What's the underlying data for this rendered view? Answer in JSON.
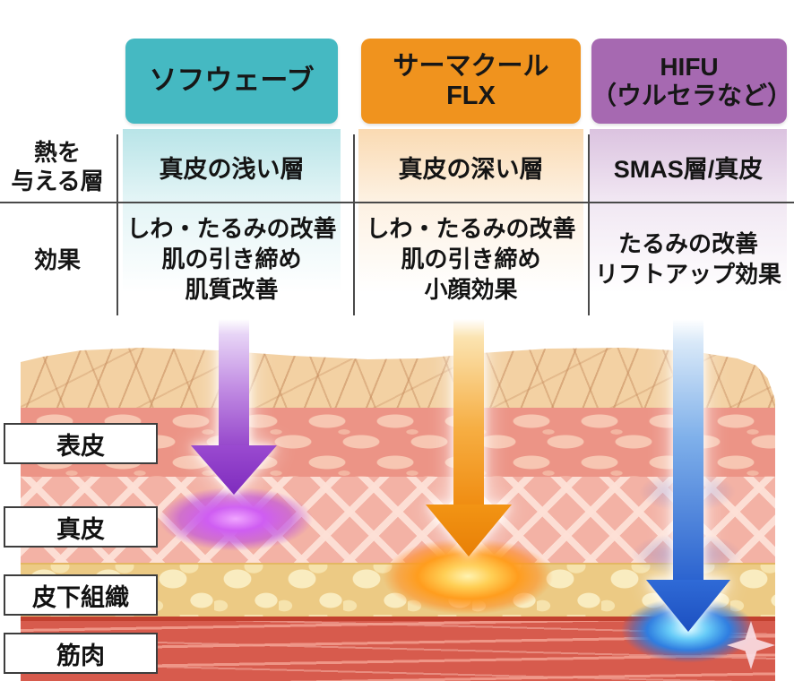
{
  "table": {
    "row_headers": {
      "heat_layer": "熱を\n与える層",
      "effect": "効果"
    },
    "columns": [
      {
        "name": "ソフウェーブ",
        "heat_layer": "真皮の浅い層",
        "effects": "しわ・たるみの改善\n肌の引き締め\n肌質改善"
      },
      {
        "name": "サーマクール\nFLX",
        "heat_layer": "真皮の深い層",
        "effects": "しわ・たるみの改善\n肌の引き締め\n小顔効果"
      },
      {
        "name": "HIFU\n（ウルセラなど）",
        "heat_layer": "SMAS層/真皮",
        "effects": "たるみの改善\nリフトアップ効果"
      }
    ]
  },
  "skin": {
    "labels": [
      {
        "label": "表皮"
      },
      {
        "label": "真皮"
      },
      {
        "label": "皮下組織"
      },
      {
        "label": "筋肉"
      }
    ]
  },
  "colors": {
    "sofwave_header": "#45b9c2",
    "thermacool_header": "#f0931e",
    "hifu_header": "#a669b1",
    "sofwave_arrow": "#9546cb",
    "thermacool_arrow": "#f08c10",
    "hifu_arrow": "#2a62cf",
    "epidermis_layer": "#ec9486",
    "dermis_layer": "#f3b2a5",
    "fat_layer": "#ecca84",
    "muscle_layer": "#d75b4d"
  }
}
